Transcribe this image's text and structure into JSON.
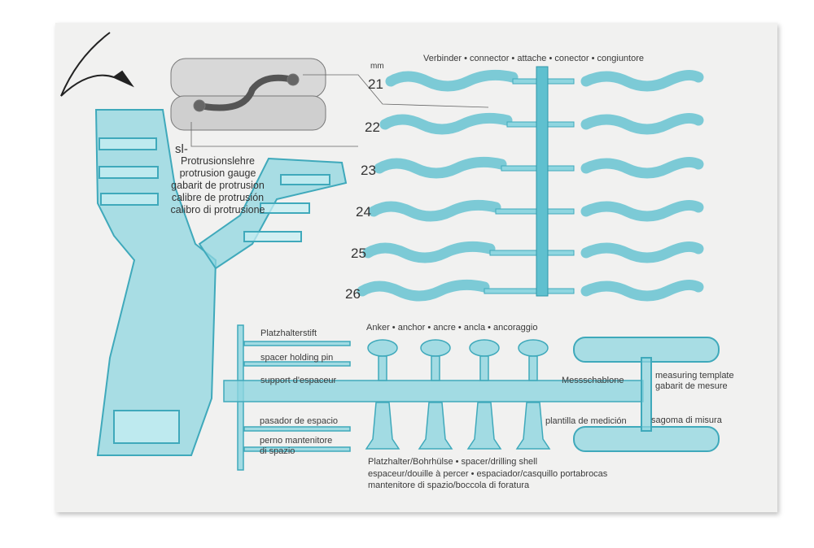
{
  "palette": {
    "card": "#f1f1f0",
    "plastic": "#8fd6e0",
    "plastic_edge": "#3fa9bb"
  },
  "logo": {
    "icon": "curved-arrow-logo-icon"
  },
  "gauge": {
    "lines": [
      "sl-",
      "Protrusionslehre",
      "protrusion gauge",
      "gabarit de protrusion",
      "calibre de protrusión",
      "calibro di protrusione"
    ]
  },
  "connector": {
    "title": "Verbinder • connector • attache • conector • congiuntore",
    "unit": "mm",
    "sizes": [
      "21",
      "22",
      "23",
      "24",
      "25",
      "26"
    ]
  },
  "spacer_pin": {
    "lines": [
      "Platzhalterstift",
      "spacer holding pin",
      "support d'espaceur",
      "pasador de espacio",
      "perno mantenitore",
      "di spazio"
    ]
  },
  "anchor": {
    "title": "Anker • anchor • ancre • ancla • ancoraggio"
  },
  "spacer_shell": {
    "lines": [
      "Platzhalter/Bohrhülse • spacer/drilling shell",
      "espaceur/douille à percer • espaciador/casquillo portabrocas",
      "mantenitore di spazio/boccola di foratura"
    ]
  },
  "template": {
    "labels": [
      "Messschablone",
      "measuring template",
      "gabarit de mesure",
      "plantilla de medición",
      "sagoma di misura"
    ]
  }
}
